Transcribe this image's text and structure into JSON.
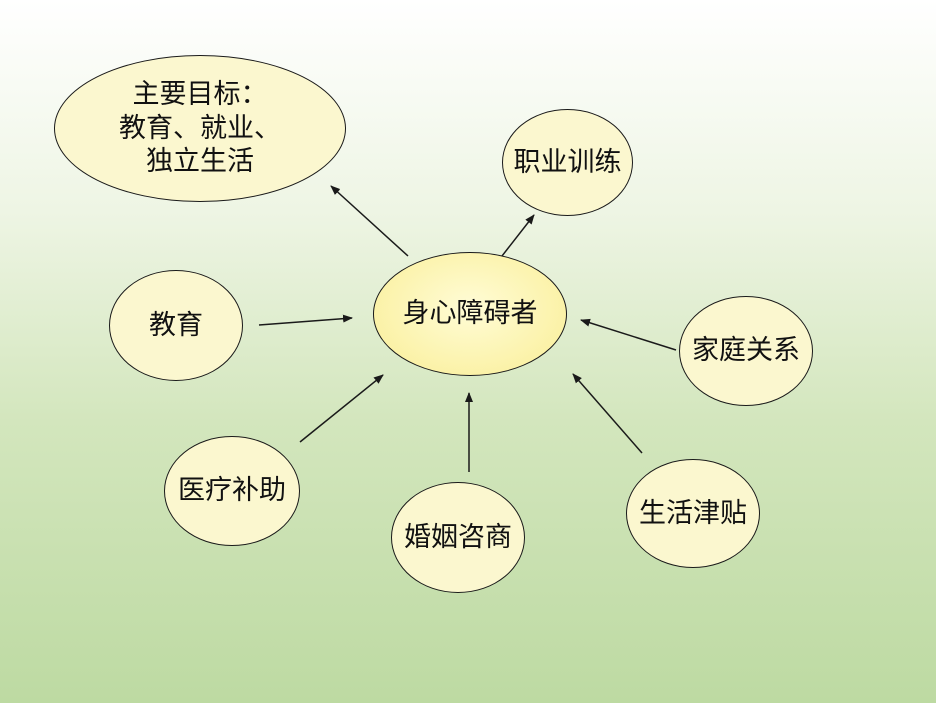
{
  "center": {
    "label": "身心障碍者"
  },
  "goal": {
    "line1": "主要目标：",
    "line2": "教育、就业、",
    "line3": "独立生活"
  },
  "nodes": {
    "vocational": "职业训练",
    "education": "教育",
    "family": "家庭关系",
    "medical": "医疗补助",
    "marriage": "婚姻咨商",
    "living": "生活津贴"
  },
  "colors": {
    "node_fill": "#fbf7cf",
    "center_fill": "#fbf2a8",
    "stroke": "#1a1a1a",
    "background_bottom": "#bddaa2"
  }
}
